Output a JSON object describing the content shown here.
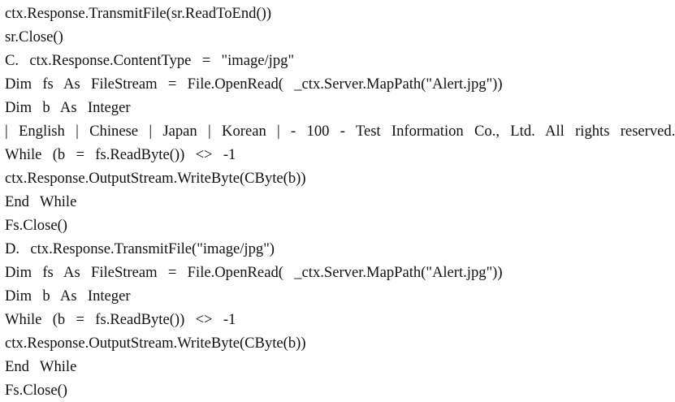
{
  "lines": [
    "ctx.Response.TransmitFile(sr.ReadToEnd())",
    "sr.Close()",
    "C.  ctx.Response.ContentType  =  \"image/jpg\"",
    "Dim  fs  As  FileStream  =  File.OpenRead(  _ctx.Server.MapPath(\"Alert.jpg\"))",
    "Dim  b  As  Integer",
    "|  English  |  Chinese  |  Japan  |  Korean  |  -  100  -  Test  Information  Co.,  Ltd.  All  rights  reserved.",
    "While  (b  =  fs.ReadByte())  <>  -1",
    "ctx.Response.OutputStream.WriteByte(CByte(b))",
    "End  While",
    "Fs.Close()",
    "D.  ctx.Response.TransmitFile(\"image/jpg\")",
    "Dim  fs  As  FileStream  =  File.OpenRead(  _ctx.Server.MapPath(\"Alert.jpg\"))",
    "Dim  b  As  Integer",
    "While  (b  =  fs.ReadByte())  <>  -1",
    "ctx.Response.OutputStream.WriteByte(CByte(b))",
    "End  While",
    "Fs.Close()"
  ]
}
